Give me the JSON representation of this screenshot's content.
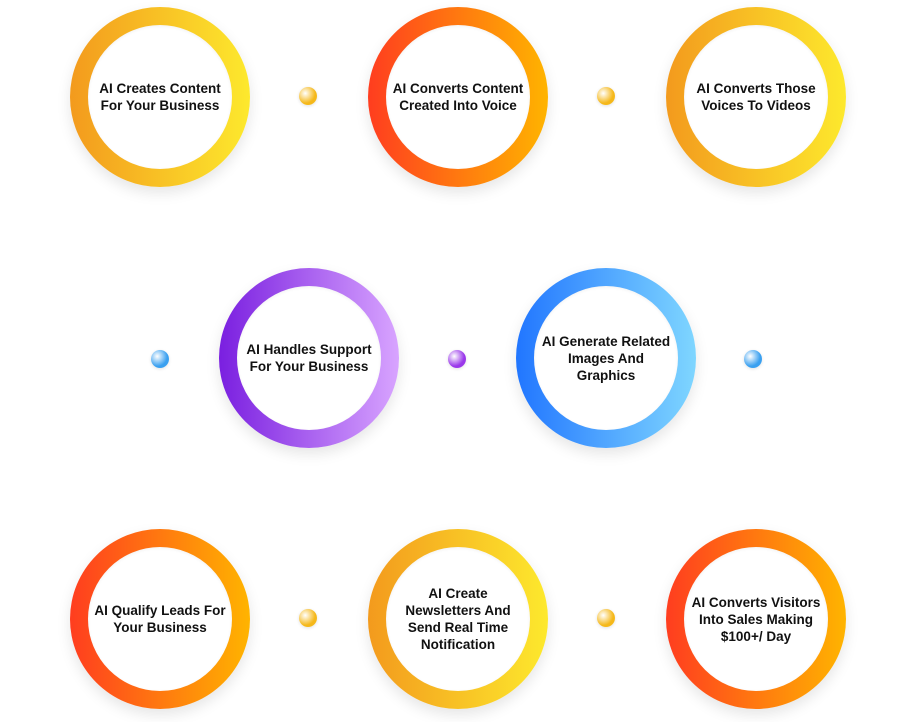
{
  "diagram": {
    "rows": [
      {
        "items": [
          {
            "label": "AI Creates Content For Your Business",
            "gradient": [
              "#f39a1d",
              "#fde92d"
            ],
            "angle": 90
          },
          {
            "label": "AI Converts Content Created Into Voice",
            "gradient": [
              "#ff3d1f",
              "#ffb400"
            ],
            "angle": 90
          },
          {
            "label": "AI Converts Those Voices To Videos",
            "gradient": [
              "#f39a1d",
              "#fde92d"
            ],
            "angle": 90
          }
        ],
        "connectors": [
          "#f5b81a",
          "#f5b81a"
        ]
      },
      {
        "items": [
          {
            "label": "AI Handles Support For Your Business",
            "gradient": [
              "#7a1fe0",
              "#d8a4ff"
            ],
            "angle": 90
          },
          {
            "label": "AI Generate Related Images And Graphics",
            "gradient": [
              "#2176ff",
              "#7fd6ff"
            ],
            "angle": 90
          }
        ],
        "connectors": [
          "#3aa0f0",
          "#9a38ea",
          "#3aa0f0"
        ]
      },
      {
        "items": [
          {
            "label": "AI Qualify Leads For Your Business",
            "gradient": [
              "#ff3d1f",
              "#ffb400"
            ],
            "angle": 90
          },
          {
            "label": "AI Create Newsletters And Send Real Time Notification",
            "gradient": [
              "#f39a1d",
              "#fde92d"
            ],
            "angle": 90
          },
          {
            "label": "AI Converts Visitors Into Sales Making $100+/ Day",
            "gradient": [
              "#ff3d1f",
              "#ffb400"
            ],
            "angle": 90
          }
        ],
        "connectors": [
          "#f5b81a",
          "#f5b81a"
        ]
      }
    ]
  }
}
